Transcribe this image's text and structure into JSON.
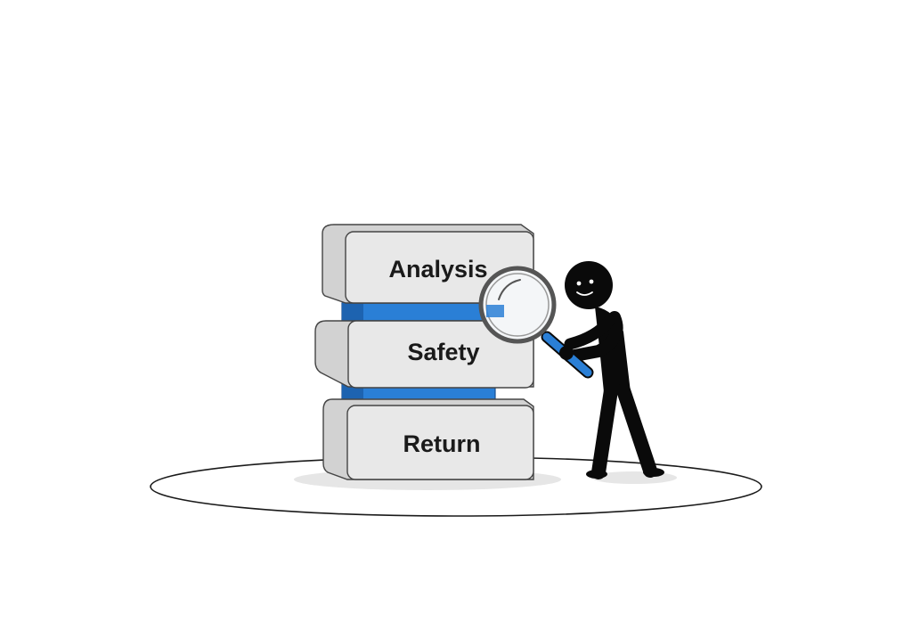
{
  "blocks": [
    {
      "label": "Analysis"
    },
    {
      "label": "Safety"
    },
    {
      "label": "Return"
    }
  ],
  "colors": {
    "background": "#ffffff",
    "block_face": "#e8e8e8",
    "block_side": "#d2d2d2",
    "block_outline": "#444444",
    "spacer_blue": "#2a7fd6",
    "spacer_blue_dark": "#1d63b0",
    "figure": "#0a0a0a",
    "magnifier_handle": "#2a7fd6",
    "magnifier_lens": "#f4f6f8",
    "ground_outline": "#1a1a1a"
  },
  "icons": {
    "figure": "stick-figure-icon",
    "magnifier": "magnifying-glass-icon"
  }
}
